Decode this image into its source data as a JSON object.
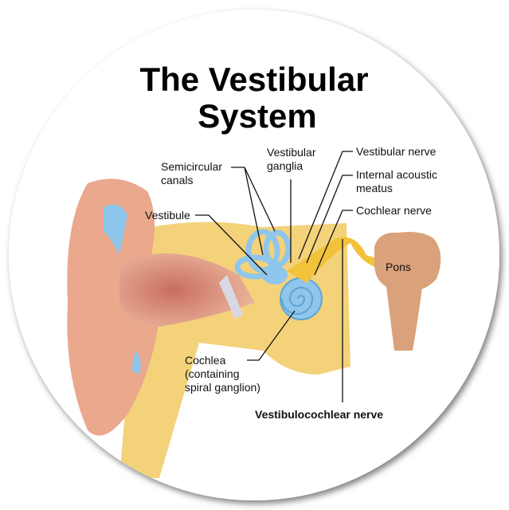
{
  "title": {
    "line1": "The Vestibular",
    "line2": "System"
  },
  "labels": {
    "semicircular_canals": [
      "Semicircular",
      "canals"
    ],
    "vestibular_ganglia": [
      "Vestibular",
      "ganglia"
    ],
    "vestibular_nerve": "Vestibular nerve",
    "internal_acoustic_meatus": [
      "Internal acoustic",
      "meatus"
    ],
    "cochlear_nerve": "Cochlear nerve",
    "vestibule": "Vestibule",
    "pons": "Pons",
    "cochlea": [
      "Cochlea",
      "(containing",
      "spiral ganglion)"
    ],
    "vestibulocochlear_nerve": "Vestibulocochlear nerve"
  },
  "colors": {
    "skin": "#e8a98e",
    "bone": "#f3d27a",
    "canal": "#8fc6ec",
    "nerve": "#f2c23a",
    "pons": "#d9a27a"
  }
}
